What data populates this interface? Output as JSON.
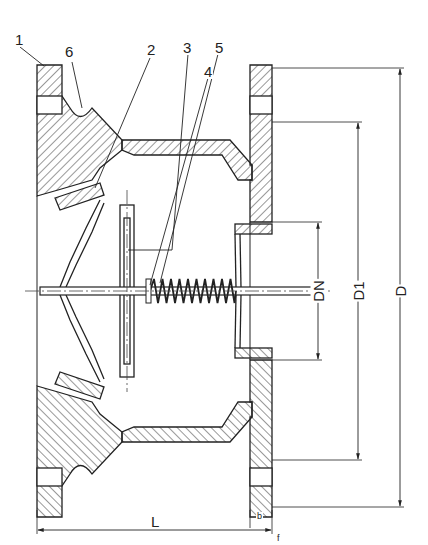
{
  "diagram": {
    "labels": [
      "1",
      "6",
      "2",
      "3",
      "5",
      "4",
      "DN",
      "D1",
      "D",
      "L",
      "b",
      "f"
    ]
  }
}
